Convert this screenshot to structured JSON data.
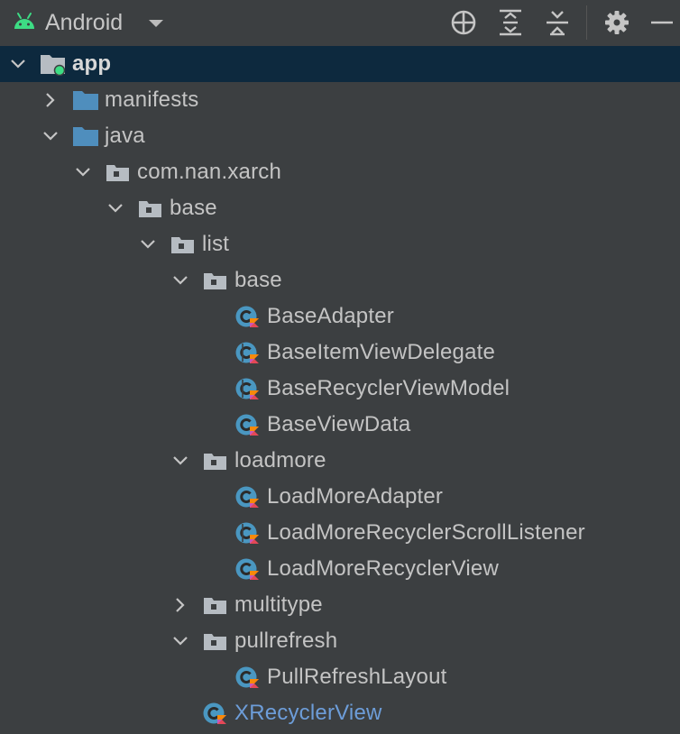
{
  "toolbar": {
    "view_mode": "Android",
    "buttons": [
      {
        "name": "locate-button",
        "icon": "crosshair-icon"
      },
      {
        "name": "expand-all-button",
        "icon": "expand-all-icon"
      },
      {
        "name": "collapse-all-button",
        "icon": "collapse-all-icon"
      },
      {
        "name": "settings-button",
        "icon": "gear-icon"
      },
      {
        "name": "hide-button",
        "icon": "minimize-icon"
      }
    ]
  },
  "colors": {
    "background": "#3c3f41",
    "selection": "#0d293e",
    "android_green": "#3ddc84",
    "folder_blue": "#4f8ebd",
    "package_gray": "#b6bcc2",
    "kotlin_class": "#4a97c1",
    "link_blue": "#6d9dd9"
  },
  "tree": [
    {
      "label": "app",
      "depth": 0,
      "expanded": true,
      "icon": "module-icon",
      "selected": true,
      "bold": true
    },
    {
      "label": "manifests",
      "depth": 1,
      "expanded": false,
      "icon": "folder-icon"
    },
    {
      "label": "java",
      "depth": 1,
      "expanded": true,
      "icon": "folder-icon"
    },
    {
      "label": "com.nan.xarch",
      "depth": 2,
      "expanded": true,
      "icon": "package-icon"
    },
    {
      "label": "base",
      "depth": 3,
      "expanded": true,
      "icon": "package-icon"
    },
    {
      "label": "list",
      "depth": 4,
      "expanded": true,
      "icon": "package-icon"
    },
    {
      "label": "base",
      "depth": 5,
      "expanded": true,
      "icon": "package-icon"
    },
    {
      "label": "BaseAdapter",
      "depth": 6,
      "icon": "kotlin-class-icon"
    },
    {
      "label": "BaseItemViewDelegate",
      "depth": 6,
      "icon": "kotlin-abstract-class-icon"
    },
    {
      "label": "BaseRecyclerViewModel",
      "depth": 6,
      "icon": "kotlin-abstract-class-icon"
    },
    {
      "label": "BaseViewData",
      "depth": 6,
      "icon": "kotlin-class-icon"
    },
    {
      "label": "loadmore",
      "depth": 5,
      "expanded": true,
      "icon": "package-icon"
    },
    {
      "label": "LoadMoreAdapter",
      "depth": 6,
      "icon": "kotlin-class-icon"
    },
    {
      "label": "LoadMoreRecyclerScrollListener",
      "depth": 6,
      "icon": "kotlin-abstract-class-icon"
    },
    {
      "label": "LoadMoreRecyclerView",
      "depth": 6,
      "icon": "kotlin-class-icon"
    },
    {
      "label": "multitype",
      "depth": 5,
      "expanded": false,
      "icon": "package-icon"
    },
    {
      "label": "pullrefresh",
      "depth": 5,
      "expanded": true,
      "icon": "package-icon"
    },
    {
      "label": "PullRefreshLayout",
      "depth": 6,
      "icon": "kotlin-class-icon"
    },
    {
      "label": "XRecyclerView",
      "depth": 5,
      "icon": "kotlin-class-icon",
      "blue": true
    }
  ]
}
